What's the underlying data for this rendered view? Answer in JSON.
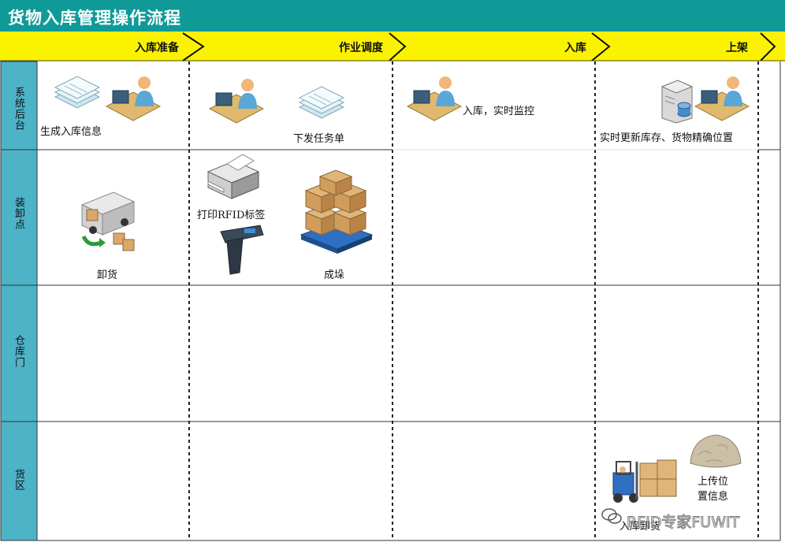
{
  "title": "货物入库管理操作流程",
  "phases": [
    "入库准备",
    "作业调度",
    "入库",
    "上架"
  ],
  "lanes": [
    "系统后台",
    "装卸点",
    "仓库门",
    "货区"
  ],
  "nodes": {
    "generate_info": "生成入库信息",
    "issue_task": "下发任务单",
    "inbound_monitor": "入库，实时监控",
    "update_inventory": "实时更新库存、货物精确位置",
    "unload": "卸货",
    "print_rfid": "打印RFID标签",
    "palletize": "成垛",
    "inbound_unload": "入库卸货",
    "upload_location": "上传位置信息"
  },
  "watermark": "RFID专家FUWIT",
  "colors": {
    "title_bg": "#0f9a98",
    "phase_bg": "#fbf200",
    "lane_bg": "#4db3c7"
  }
}
